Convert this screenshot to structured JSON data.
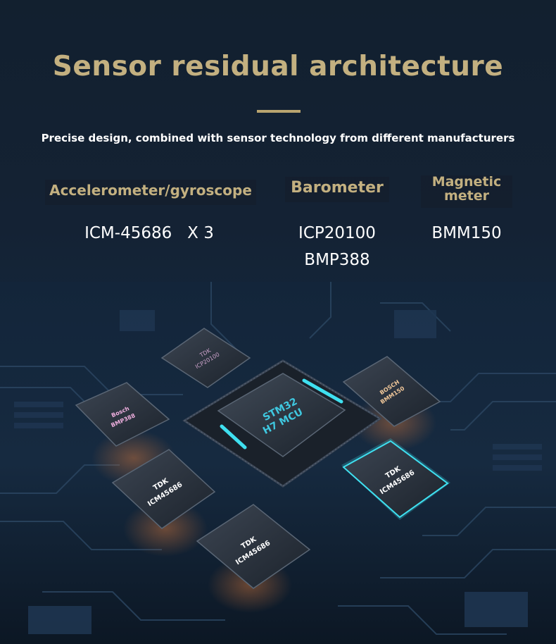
{
  "header": {
    "title": "Sensor residual architecture",
    "subtitle": "Precise design, combined with sensor technology from different manufacturers"
  },
  "columns": [
    {
      "title": "Accelerometer/gyroscope",
      "values": [
        "ICM-45686   X 3"
      ]
    },
    {
      "title": "Barometer",
      "values": [
        "ICP20100",
        "BMP388"
      ]
    },
    {
      "title_line1": "Magnetic",
      "title_line2": "meter",
      "values": [
        "BMM150"
      ]
    }
  ],
  "board": {
    "mcu": {
      "line1": "STM32",
      "line2": "H7 MCU"
    },
    "chips": [
      {
        "line1": "TDK",
        "line2": "ICP20100"
      },
      {
        "line1": "Bosch",
        "line2": "BMP388"
      },
      {
        "line1": "BOSCH",
        "line2": "BMM150"
      },
      {
        "line1": "TDK",
        "line2": "ICM45686"
      },
      {
        "line1": "TDK",
        "line2": "ICM45686"
      },
      {
        "line1": "TDK",
        "line2": "ICM45686"
      }
    ]
  },
  "colors": {
    "gold": "#c3b080",
    "background": "#13233a",
    "accent_cyan": "#3fe0f0",
    "accent_copper": "#d9793a"
  }
}
